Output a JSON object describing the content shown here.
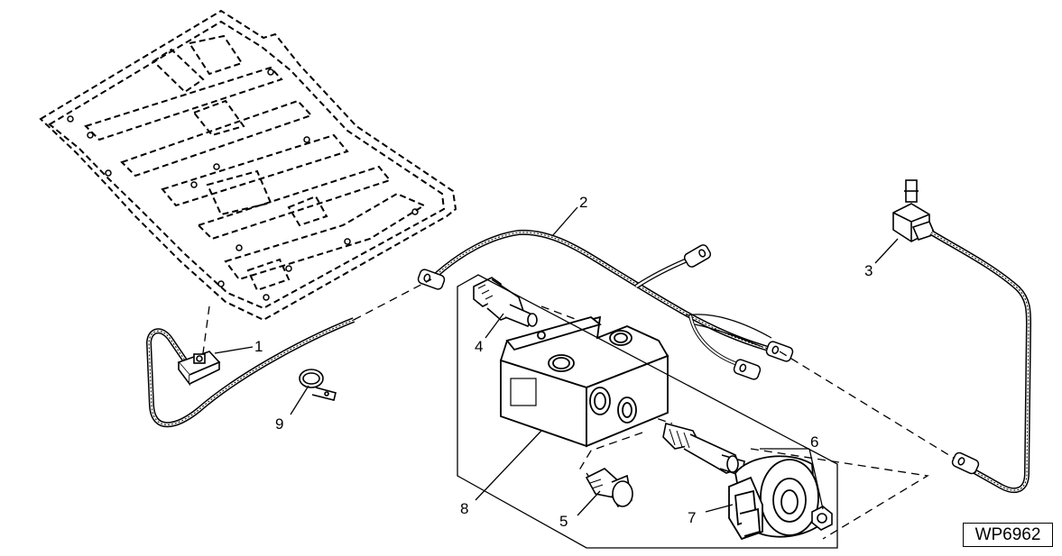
{
  "figure": {
    "id_label": "WP6962"
  },
  "callouts": [
    {
      "number": "1",
      "part": "ground-terminal"
    },
    {
      "number": "2",
      "part": "wiring-harness"
    },
    {
      "number": "3",
      "part": "pressure-switch"
    },
    {
      "number": "4",
      "part": "fitting"
    },
    {
      "number": "5",
      "part": "plug"
    },
    {
      "number": "6",
      "part": "seal-nut"
    },
    {
      "number": "7",
      "part": "solenoid-coil"
    },
    {
      "number": "8",
      "part": "valve-block"
    },
    {
      "number": "9",
      "part": "clamp"
    }
  ],
  "colors": {
    "line": "#000000",
    "background": "#ffffff"
  }
}
